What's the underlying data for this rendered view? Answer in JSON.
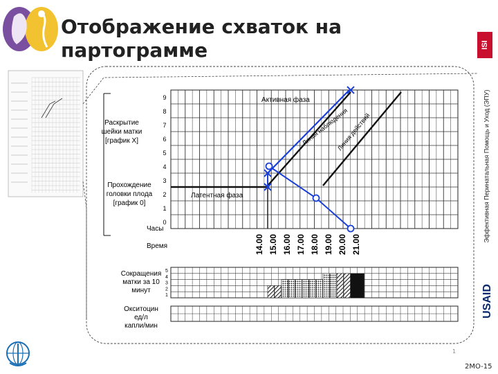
{
  "title": "Отображение схваток на партограмме",
  "side_caption": "Эффективная Перинатальная Помощь и Уход (ЭПУ)",
  "isi_label": "ISI",
  "usaid_label": "USAID",
  "footer": "2MO-15",
  "page_mark": "1",
  "chart_data": {
    "type": "table",
    "y_labels": [
      "9",
      "8",
      "7",
      "6",
      "5",
      "4",
      "3",
      "2",
      "1",
      "0"
    ],
    "hours": [
      "14.00",
      "15.00",
      "16.00",
      "17.00",
      "18.00",
      "19.00",
      "20.00",
      "21.00"
    ],
    "row_label_dilation": "Раскрытие шейки матки [график X]",
    "row_label_head": "Прохождение головки плода [график 0]",
    "label_clock": "Часы",
    "label_time": "Время",
    "label_contractions": "Сокращения матки за 10 минут",
    "label_oxytocin": "Окситоцин ед/л капли/мин",
    "label_active": "Активная фаза",
    "label_latent": "Латентная фаза",
    "label_alert": "Линия наблюдения",
    "label_action": "Линия действий",
    "contraction_scale": [
      "5",
      "4",
      "3",
      "2",
      "1"
    ],
    "contractions": [
      {
        "hour": 1,
        "count": 2,
        "type": "hatch"
      },
      {
        "hour": 2,
        "count": 3,
        "type": "dots"
      },
      {
        "hour": 3,
        "count": 3,
        "type": "dots"
      },
      {
        "hour": 4,
        "count": 3,
        "type": "dots"
      },
      {
        "hour": 5,
        "count": 4,
        "type": "dots"
      },
      {
        "hour": 6,
        "count": 4,
        "type": "hatch"
      },
      {
        "hour": 7,
        "count": 4,
        "type": "solid"
      }
    ],
    "dilation_points": [
      {
        "hour": 0,
        "value": 3
      },
      {
        "hour": 0,
        "value": 4
      },
      {
        "hour": 3,
        "value": 9
      }
    ],
    "head_points": [
      {
        "hour": 0,
        "value": 4
      },
      {
        "hour": 2,
        "value": 2
      },
      {
        "hour": 3,
        "value": 0
      }
    ]
  },
  "colors": {
    "ink": "#111111",
    "plot": "#1a3fd6",
    "grid": "#333333",
    "badge": "#c8102e"
  }
}
